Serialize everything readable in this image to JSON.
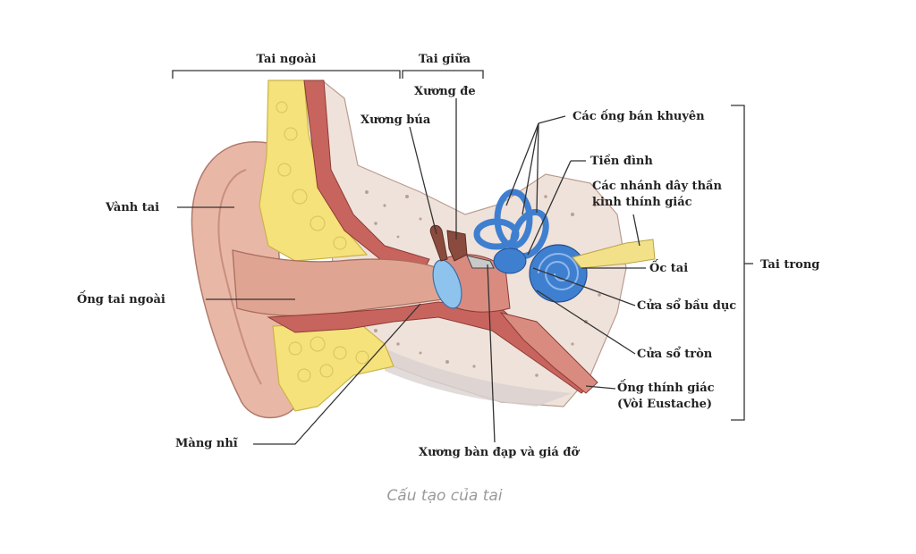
{
  "diagram": {
    "sections": {
      "outer_ear": "Tai ngoài",
      "middle_ear": "Tai giữa",
      "inner_ear": "Tai trong"
    },
    "labels": {
      "incus": "Xương đe",
      "malleus": "Xương búa",
      "semicircular_canals": "Các ống bán khuyên",
      "vestibule": "Tiền đình",
      "nerve_branches_line1": "Các nhánh dây thần",
      "nerve_branches_line2": "kinh thính giác",
      "pinna": "Vành tai",
      "ear_canal": "Ống tai ngoài",
      "cochlea": "Ốc tai",
      "oval_window": "Cửa sổ bầu dục",
      "round_window": "Cửa sổ tròn",
      "eustachian_line1": "Ống thính giác",
      "eustachian_line2": "(Vòi Eustache)",
      "eardrum": "Màng nhĩ",
      "stapes": "Xương bàn đạp và giá đỡ"
    },
    "caption": "Cấu tạo của tai"
  },
  "colors": {
    "skin": "#e9b7a6",
    "fat": "#f5e27a",
    "bone": "#efe3dc",
    "muscle": "#c8645e",
    "inner_ear": "#3f7fd0",
    "eardrum": "#8ec3ee",
    "nerve": "#f3e18a"
  }
}
